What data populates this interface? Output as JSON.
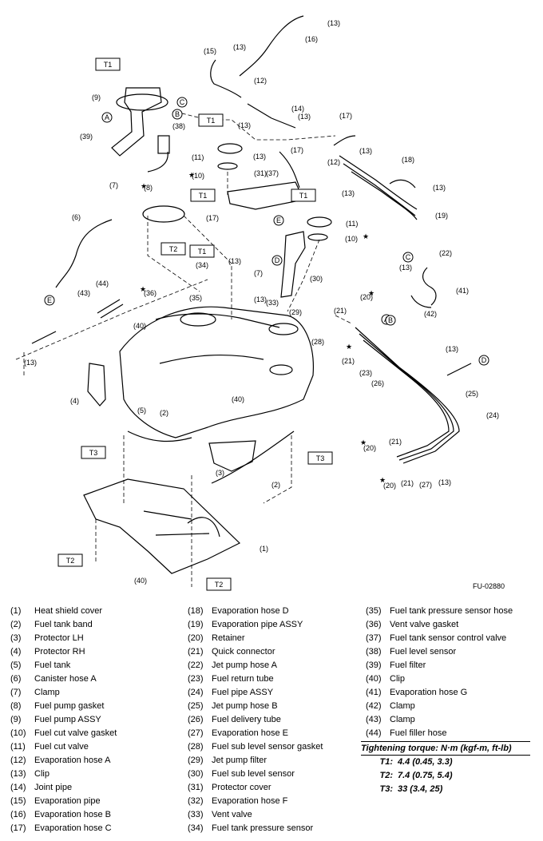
{
  "figure_id": "FU-02880",
  "callouts": [
    "(1)",
    "(2)",
    "(3)",
    "(4)",
    "(5)",
    "(6)",
    "(7)",
    "(8)",
    "(9)",
    "(10)",
    "(11)",
    "(12)",
    "(13)",
    "(14)",
    "(15)",
    "(16)",
    "(17)",
    "(18)",
    "(19)",
    "(20)",
    "(21)",
    "(22)",
    "(23)",
    "(24)",
    "(25)",
    "(26)",
    "(27)",
    "(28)",
    "(29)",
    "(30)",
    "(31)",
    "(33)",
    "(34)",
    "(35)",
    "(36)",
    "(37)",
    "(38)",
    "(39)",
    "(40)",
    "(41)",
    "(42)",
    "(43)",
    "(44)"
  ],
  "letters": [
    "A",
    "B",
    "C",
    "D",
    "E"
  ],
  "torque_boxes": [
    "T1",
    "T2",
    "T3"
  ],
  "legend": [
    {
      "num": "(1)",
      "label": "Heat shield cover"
    },
    {
      "num": "(2)",
      "label": "Fuel tank band"
    },
    {
      "num": "(3)",
      "label": "Protector LH"
    },
    {
      "num": "(4)",
      "label": "Protector RH"
    },
    {
      "num": "(5)",
      "label": "Fuel tank"
    },
    {
      "num": "(6)",
      "label": "Canister hose A"
    },
    {
      "num": "(7)",
      "label": "Clamp"
    },
    {
      "num": "(8)",
      "label": "Fuel pump gasket"
    },
    {
      "num": "(9)",
      "label": "Fuel pump ASSY"
    },
    {
      "num": "(10)",
      "label": "Fuel cut valve gasket"
    },
    {
      "num": "(11)",
      "label": "Fuel cut valve"
    },
    {
      "num": "(12)",
      "label": "Evaporation hose A"
    },
    {
      "num": "(13)",
      "label": "Clip"
    },
    {
      "num": "(14)",
      "label": "Joint pipe"
    },
    {
      "num": "(15)",
      "label": "Evaporation pipe"
    },
    {
      "num": "(16)",
      "label": "Evaporation hose B"
    },
    {
      "num": "(17)",
      "label": "Evaporation hose C"
    },
    {
      "num": "(18)",
      "label": "Evaporation hose D"
    },
    {
      "num": "(19)",
      "label": "Evaporation pipe ASSY"
    },
    {
      "num": "(20)",
      "label": "Retainer"
    },
    {
      "num": "(21)",
      "label": "Quick connector"
    },
    {
      "num": "(22)",
      "label": "Jet pump hose A"
    },
    {
      "num": "(23)",
      "label": "Fuel return tube"
    },
    {
      "num": "(24)",
      "label": "Fuel pipe ASSY"
    },
    {
      "num": "(25)",
      "label": "Jet pump hose B"
    },
    {
      "num": "(26)",
      "label": "Fuel delivery tube"
    },
    {
      "num": "(27)",
      "label": "Evaporation hose E"
    },
    {
      "num": "(28)",
      "label": "Fuel sub level sensor gasket"
    },
    {
      "num": "(29)",
      "label": "Jet pump filter"
    },
    {
      "num": "(30)",
      "label": "Fuel sub level sensor"
    },
    {
      "num": "(31)",
      "label": "Protector cover"
    },
    {
      "num": "(32)",
      "label": "Evaporation hose F"
    },
    {
      "num": "(33)",
      "label": "Vent valve"
    },
    {
      "num": "(34)",
      "label": "Fuel tank pressure sensor"
    },
    {
      "num": "(35)",
      "label": "Fuel tank pressure sensor hose"
    },
    {
      "num": "(36)",
      "label": "Vent valve gasket"
    },
    {
      "num": "(37)",
      "label": "Fuel tank sensor control valve"
    },
    {
      "num": "(38)",
      "label": "Fuel level sensor"
    },
    {
      "num": "(39)",
      "label": "Fuel filter"
    },
    {
      "num": "(40)",
      "label": "Clip"
    },
    {
      "num": "(41)",
      "label": "Evaporation hose G"
    },
    {
      "num": "(42)",
      "label": "Clamp"
    },
    {
      "num": "(43)",
      "label": "Clamp"
    },
    {
      "num": "(44)",
      "label": "Fuel filler hose"
    }
  ],
  "torque": {
    "heading": "Tightening torque: N·m (kgf-m, ft-lb)",
    "rows": [
      {
        "key": "T1:",
        "value": "4.4 (0.45, 3.3)"
      },
      {
        "key": "T2:",
        "value": "7.4 (0.75, 5.4)"
      },
      {
        "key": "T3:",
        "value": "33 (3.4, 25)"
      }
    ]
  }
}
